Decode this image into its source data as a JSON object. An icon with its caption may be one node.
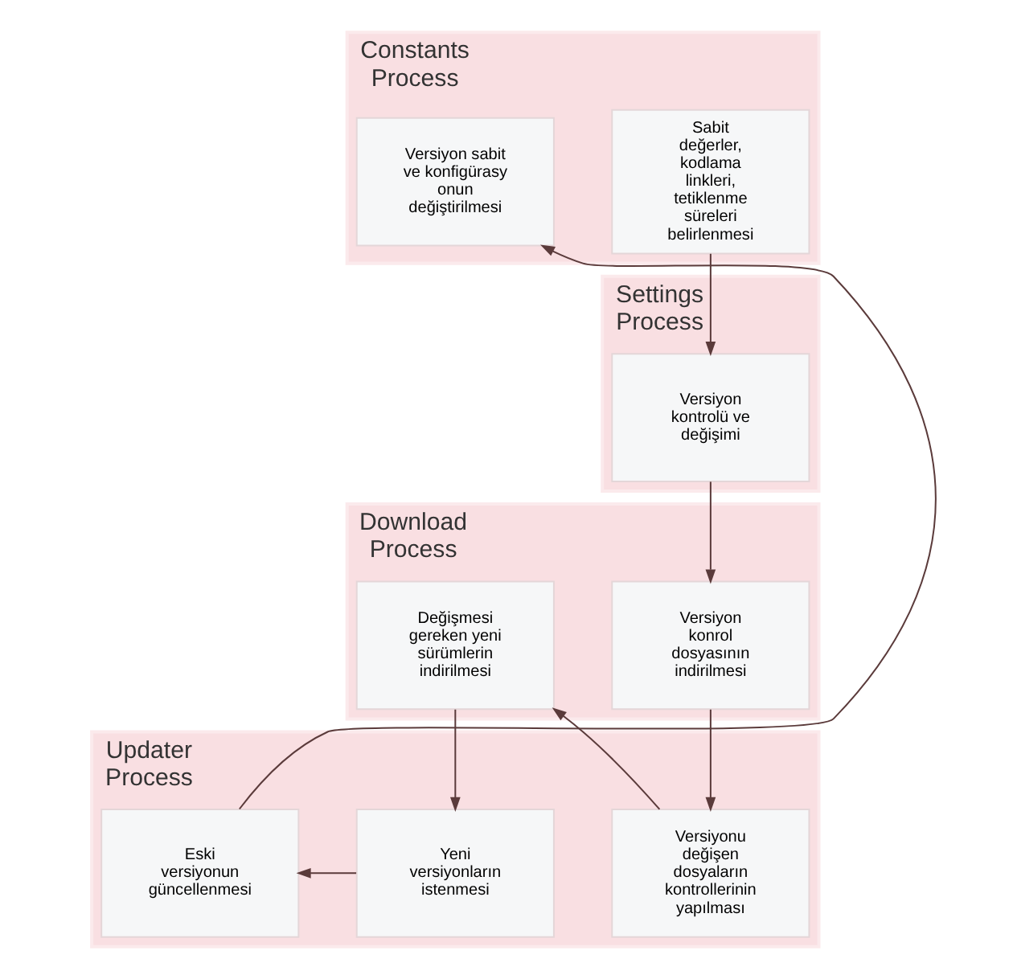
{
  "diagram": {
    "nodes": [
      {
        "text": [
          "Constants Process"
        ]
      },
      {
        "text": [
          "Sabit değerler, kodlama linkleri, tetiklenme süreleri belirlenmesi"
        ],
        "in": 0
      },
      {
        "text": [
          "Versiyon sabit ve konfigürasyonun değiştirilmesi"
        ],
        "in": 0
      },
      {
        "text": [
          "Settings Process"
        ]
      },
      {
        "text": [
          "Versiyon kontrolü ve değişimi"
        ],
        "in": 3
      },
      {
        "text": [
          "Download Process"
        ]
      },
      {
        "text": [
          "Versiyon konrol dosyasının indirilmesi"
        ],
        "in": 5
      },
      {
        "text": [
          "Değişmesi gereken yeni sürümlerin indirilmesi"
        ],
        "in": 5
      },
      {
        "text": [
          "Updater Process"
        ]
      },
      {
        "text": [
          "Versiyonu değişen dosyaların kontrollerinin yapılması"
        ],
        "in": 8
      },
      {
        "text": [
          "Yeni versiyonların istenmesi"
        ],
        "in": 8
      },
      {
        "text": [
          "Eski versiyonun güncellenmesi"
        ],
        "in": 8
      }
    ],
    "edges": [
      {
        "from": 1,
        "to": 4,
        "arrow": "to"
      },
      {
        "from": 4,
        "to": 6,
        "arrow": "to"
      },
      {
        "from": 6,
        "to": 9,
        "arrow": "to"
      },
      {
        "from": 9,
        "to": 7,
        "arrow": "to"
      },
      {
        "from": 7,
        "to": 10,
        "arrow": "to"
      },
      {
        "from": 10,
        "to": 11,
        "arrow": "to"
      },
      {
        "from": 11,
        "to": 2,
        "arrow": "to"
      }
    ]
  }
}
